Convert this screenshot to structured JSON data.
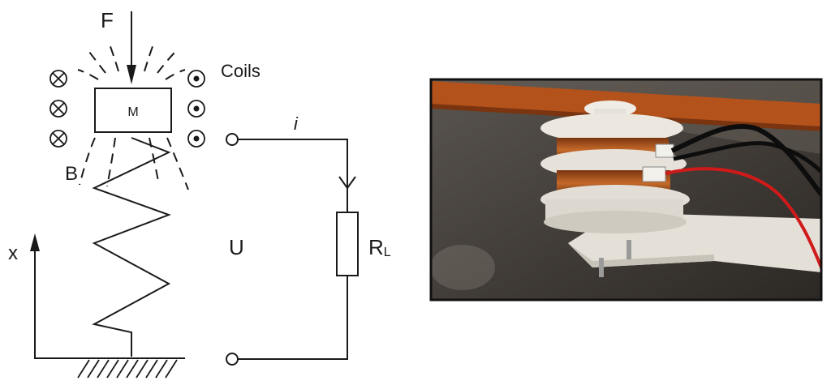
{
  "diagram": {
    "labels": {
      "force": "F",
      "mass": "M",
      "coils": "Coils",
      "field": "B",
      "current": "i",
      "voltage": "U",
      "load_main": "R",
      "load_sub": "L",
      "axis": "x"
    }
  },
  "photo": {
    "colors": {
      "frame": "#111111",
      "background": "#4a443f",
      "orange_bar": "#b4521c",
      "copper": "#a6521e",
      "plastic": "#e6e2da",
      "red_wire": "#d01a1a",
      "black_wire": "#0d0d0d"
    }
  }
}
